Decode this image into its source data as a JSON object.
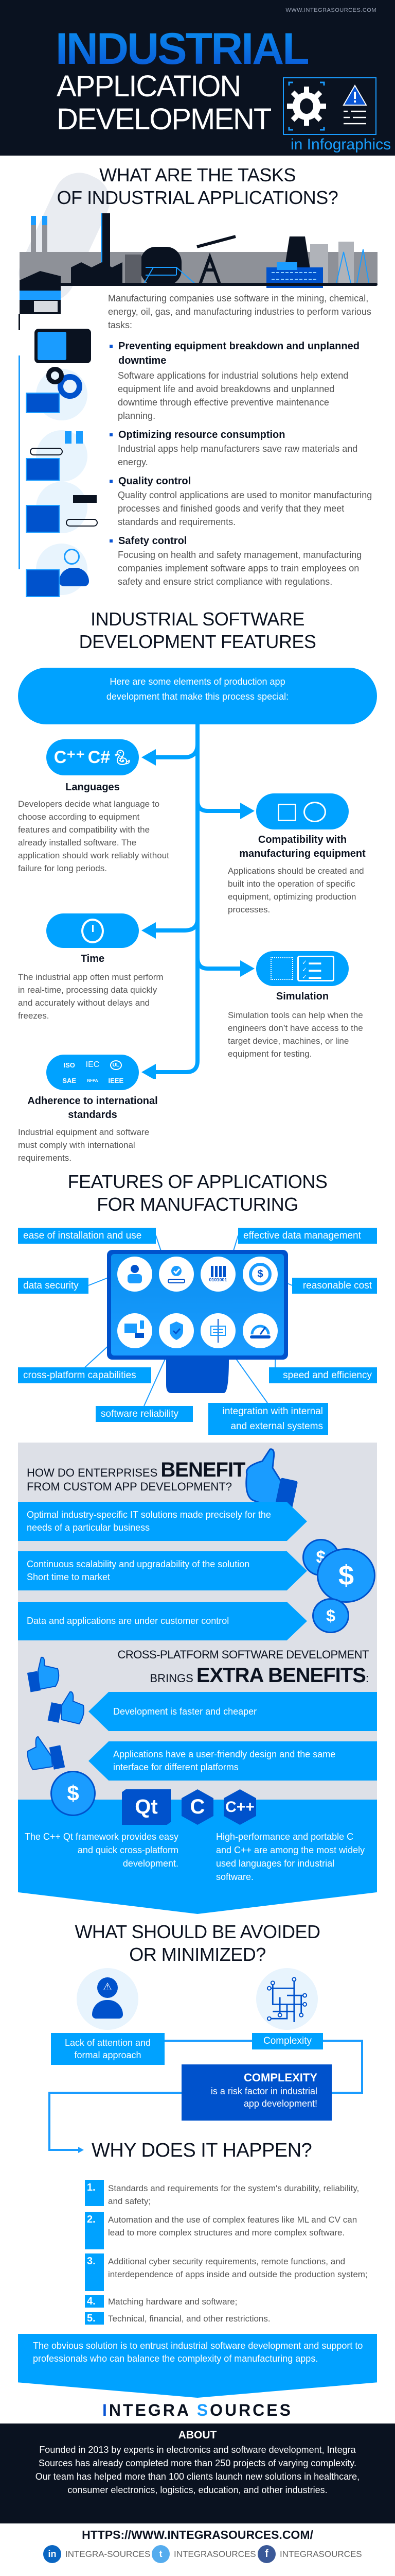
{
  "header": {
    "site_url": "WWW.INTEGRASOURCES.COM",
    "title_line1": "INDUSTRIAL",
    "title_line2": "APPLICATION",
    "title_line3": "DEVELOPMENT",
    "tagline": "in Infographics"
  },
  "tasks": {
    "title_line1": "WHAT ARE THE TASKS",
    "title_line2": "OF INDUSTRIAL APPLICATIONS?",
    "intro": "Manufacturing companies use software in the mining, chemical, energy, oil, gas, and manufacturing industries to perform various tasks:",
    "items": [
      {
        "heading": "Preventing equipment breakdown and unplanned downtime",
        "body": "Software applications for industrial solutions help extend equipment life and avoid breakdowns and unplanned downtime through effective preventive maintenance planning."
      },
      {
        "heading": "Optimizing resource consumption",
        "body": "Industrial apps help manufacturers save raw materials and energy."
      },
      {
        "heading": "Quality control",
        "body": "Quality control applications are used to monitor manufacturing processes and finished goods and verify that they meet standards and requirements."
      },
      {
        "heading": "Safety control",
        "body": "Focusing on health and safety management, manufacturing companies implement software apps to train employees on safety and ensure strict compliance with regulations."
      }
    ]
  },
  "features": {
    "title_line1": "INDUSTRIAL SOFTWARE",
    "title_line2": "DEVELOPMENT FEATURES",
    "intro": "Here are some elements of production app development that make this process special:",
    "items": [
      {
        "heading": "Languages",
        "body": "Developers decide what language to choose according to equipment features and compatibility with the already installed software. The application should work reliably without failure for long periods.",
        "icon": "cpp-csharp-python-icons"
      },
      {
        "heading": "Compatibility with manufacturing equipment",
        "body": "Applications should be created and built into the operation of specific equipment, optimizing production processes.",
        "icon": "machine-code-sync-icon"
      },
      {
        "heading": "Time",
        "body": "The industrial app often must perform in real-time, processing data quickly and accurately without delays and freezes.",
        "icon": "stopwatch-icon"
      },
      {
        "heading": "Simulation",
        "body": "Simulation tools can help when the engineers don’t have access to the target device, machines, or line equipment for testing.",
        "icon": "simulation-checklist-icon"
      },
      {
        "heading": "Adherence to international standards",
        "body": "Industrial equipment and software must comply with international requirements.",
        "icon": "standards-logos-icon",
        "logos": [
          "ISO",
          "IEC",
          "UL",
          "SAE",
          "NFPA",
          "IEEE"
        ]
      }
    ]
  },
  "app_features": {
    "title_line1": "FEATURES OF APPLICATIONS",
    "title_line2": "FOR MANUFACTURING",
    "labels": [
      "ease of installation and use",
      "effective data management",
      "data security",
      "reasonable cost",
      "cross-platform capabilities",
      "speed and efficiency",
      "software reliability",
      "integration with internal and external systems"
    ],
    "binary_text": "0101001"
  },
  "benefits": {
    "title_pre": "HOW DO ENTERPRISES",
    "title_bold": "BENEFIT",
    "title_line2": "FROM CUSTOM APP DEVELOPMENT?",
    "items": [
      "Optimal industry-specific IT solutions made precisely for the needs of a particular business",
      "Continuous scalability and upgradability of the solution",
      "Short time to market",
      "Data and applications are under customer control"
    ],
    "extra_line1": "CROSS-PLATFORM SOFTWARE DEVELOPMENT",
    "extra_pre": "BRINGS",
    "extra_bold": "EXTRA BENEFITS",
    "extra_post": ":",
    "extra_items": [
      "Development is faster and cheaper",
      "Applications have a user-friendly design and the same interface for different platforms"
    ],
    "logos": [
      "Qt",
      "C",
      "C++"
    ],
    "qt_text": "The C++ Qt framework provides easy and quick cross-platform development.",
    "c_text": "High-performance and portable C and C++ are among the most widely used languages for industrial software.",
    "currency": "$"
  },
  "avoid": {
    "title_line1": "WHAT SHOULD BE AVOIDED",
    "title_line2": "OR MINIMIZED?",
    "lack": "Lack of attention and formal approach",
    "complexity": "Complexity",
    "complexity_bold": "COMPLEXITY",
    "complexity_text": "is a risk factor in industrial app development!"
  },
  "why": {
    "title": "WHY DOES IT HAPPEN?",
    "items": [
      {
        "num": "1.",
        "text": "Standards and requirements for the system's durability, reliability, and safety;"
      },
      {
        "num": "2.",
        "text": "Automation and the use of complex features like ML and CV can lead to more complex structures and more complex software."
      },
      {
        "num": "3.",
        "text": "Additional cyber security requirements, remote functions, and interdependence of apps inside and outside the production system;"
      },
      {
        "num": "4.",
        "text": "Matching hardware and software;"
      },
      {
        "num": "5.",
        "text": "Technical, financial, and other restrictions."
      }
    ],
    "solution": "The obvious solution is to entrust industrial software development and support to professionals who can balance the complexity of manufacturing apps."
  },
  "footer": {
    "logo_first": "I",
    "logo_rest1": "NTEGRA ",
    "logo_s": "S",
    "logo_rest2": "OURCES",
    "about_title": "ABOUT",
    "about_text": "Founded in 2013 by experts in electronics and software development, Integra Sources has already completed more than 250 projects of varying complexity. Our team has helped more than 100 clients launch new solutions in healthcare, consumer electronics, logistics, education, and other industries.",
    "url": "HTTPS://WWW.INTEGRASOURCES.COM/",
    "socials": [
      {
        "icon": "linkedin-icon",
        "glyph": "in",
        "label": "INTEGRA-SOURCES",
        "color": "#0a66c2"
      },
      {
        "icon": "twitter-icon",
        "glyph": "t",
        "label": "INTEGRASOURCES",
        "color": "#55acee"
      },
      {
        "icon": "facebook-icon",
        "glyph": "f",
        "label": "INTEGRASOURCES",
        "color": "#3b5998"
      }
    ]
  },
  "colors": {
    "navy": "#0a1220",
    "accent": "#00a2ff",
    "deep_blue": "#0052cc",
    "panel_gray": "#dde0e7"
  }
}
